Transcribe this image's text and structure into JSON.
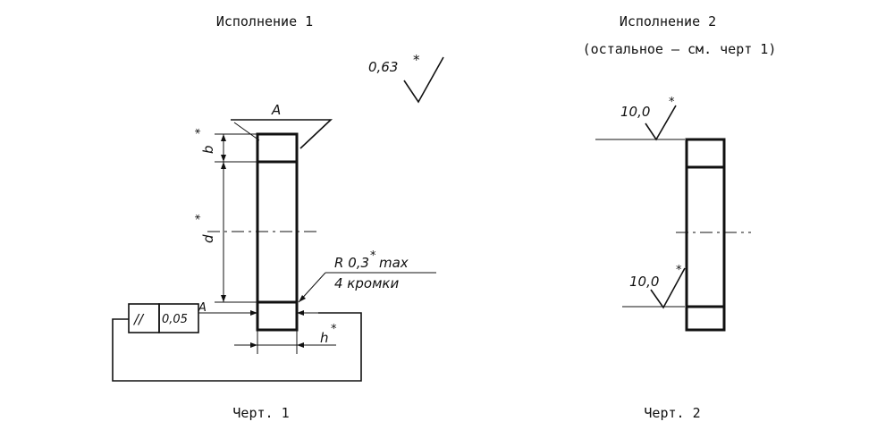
{
  "figure1": {
    "title": "Исполнение 1",
    "caption": "Черт. 1",
    "roughness_symbol": "0,63",
    "roughness_star": "*",
    "datum_letter": "A",
    "dim_b": "b",
    "dim_d": "d",
    "dim_h": "h",
    "star": "*",
    "radius_note": "R 0,3",
    "radius_note_suffix": "max",
    "edges_note": "4 кромки",
    "tolerance_symbol": "//",
    "tolerance_value": "0,05",
    "tolerance_datum": "A"
  },
  "figure2": {
    "title": "Исполнение 2",
    "subtitle": "(остальное – см. черт 1)",
    "caption": "Черт. 2",
    "roughness_top": "10,0",
    "roughness_bottom": "10,0",
    "star": "*"
  }
}
